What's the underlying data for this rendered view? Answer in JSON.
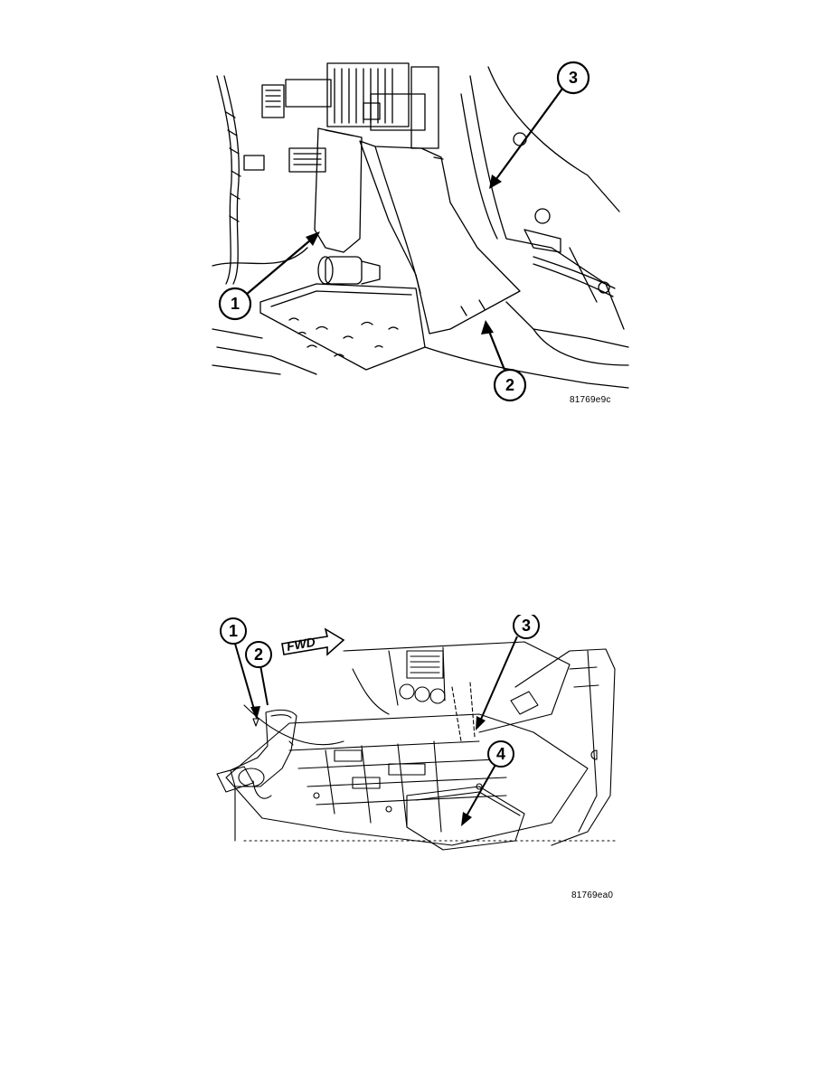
{
  "figure1": {
    "callouts": [
      "1",
      "2",
      "3"
    ],
    "code": "81769e9c"
  },
  "figure2": {
    "fwd_label": "FWD",
    "callouts": [
      "1",
      "2",
      "3",
      "4"
    ],
    "code": "81769ea0"
  }
}
